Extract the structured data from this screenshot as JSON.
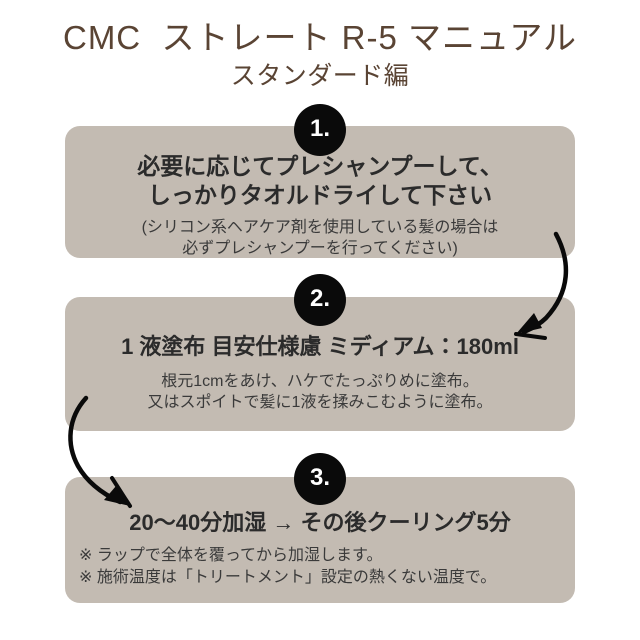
{
  "title": {
    "main": "CMC  ストレート R-5 マニュアル",
    "sub": "スタンダード編"
  },
  "colors": {
    "background": "#ffffff",
    "box_fill": "#c3bbb2",
    "title_text": "#5a4434",
    "heading_text": "#2b2b2b",
    "note_text": "#3a3a3a",
    "badge_fill": "#0a0a0a",
    "badge_text": "#ffffff",
    "arrow": "#0a0a0a"
  },
  "steps": [
    {
      "badge": "1.",
      "heading": "必要に応じてプレシャンプーして、\nしっかりタオルドライして下さい",
      "note": "(シリコン系ヘアケア剤を使用している髪の場合は\n必ずプレシャンプーを行ってください)"
    },
    {
      "badge": "2.",
      "heading": "1 液塗布  目安仕様慮 ミディアム：180ml",
      "note": "根元1cmをあけ、ハケでたっぷりめに塗布。\n又はスポイトで髪に1液を揉みこむように塗布。"
    },
    {
      "badge": "3.",
      "heading": "20〜40分加湿 → その後クーリング5分",
      "note": "※ ラップで全体を覆ってから加湿します。\n※ 施術温度は「トリートメント」設定の熱くない温度で。"
    }
  ],
  "arrows": [
    {
      "name": "arrow-step1-to-step2",
      "direction": "right-side-down-left"
    },
    {
      "name": "arrow-step2-to-step3",
      "direction": "left-side-down-right"
    }
  ]
}
